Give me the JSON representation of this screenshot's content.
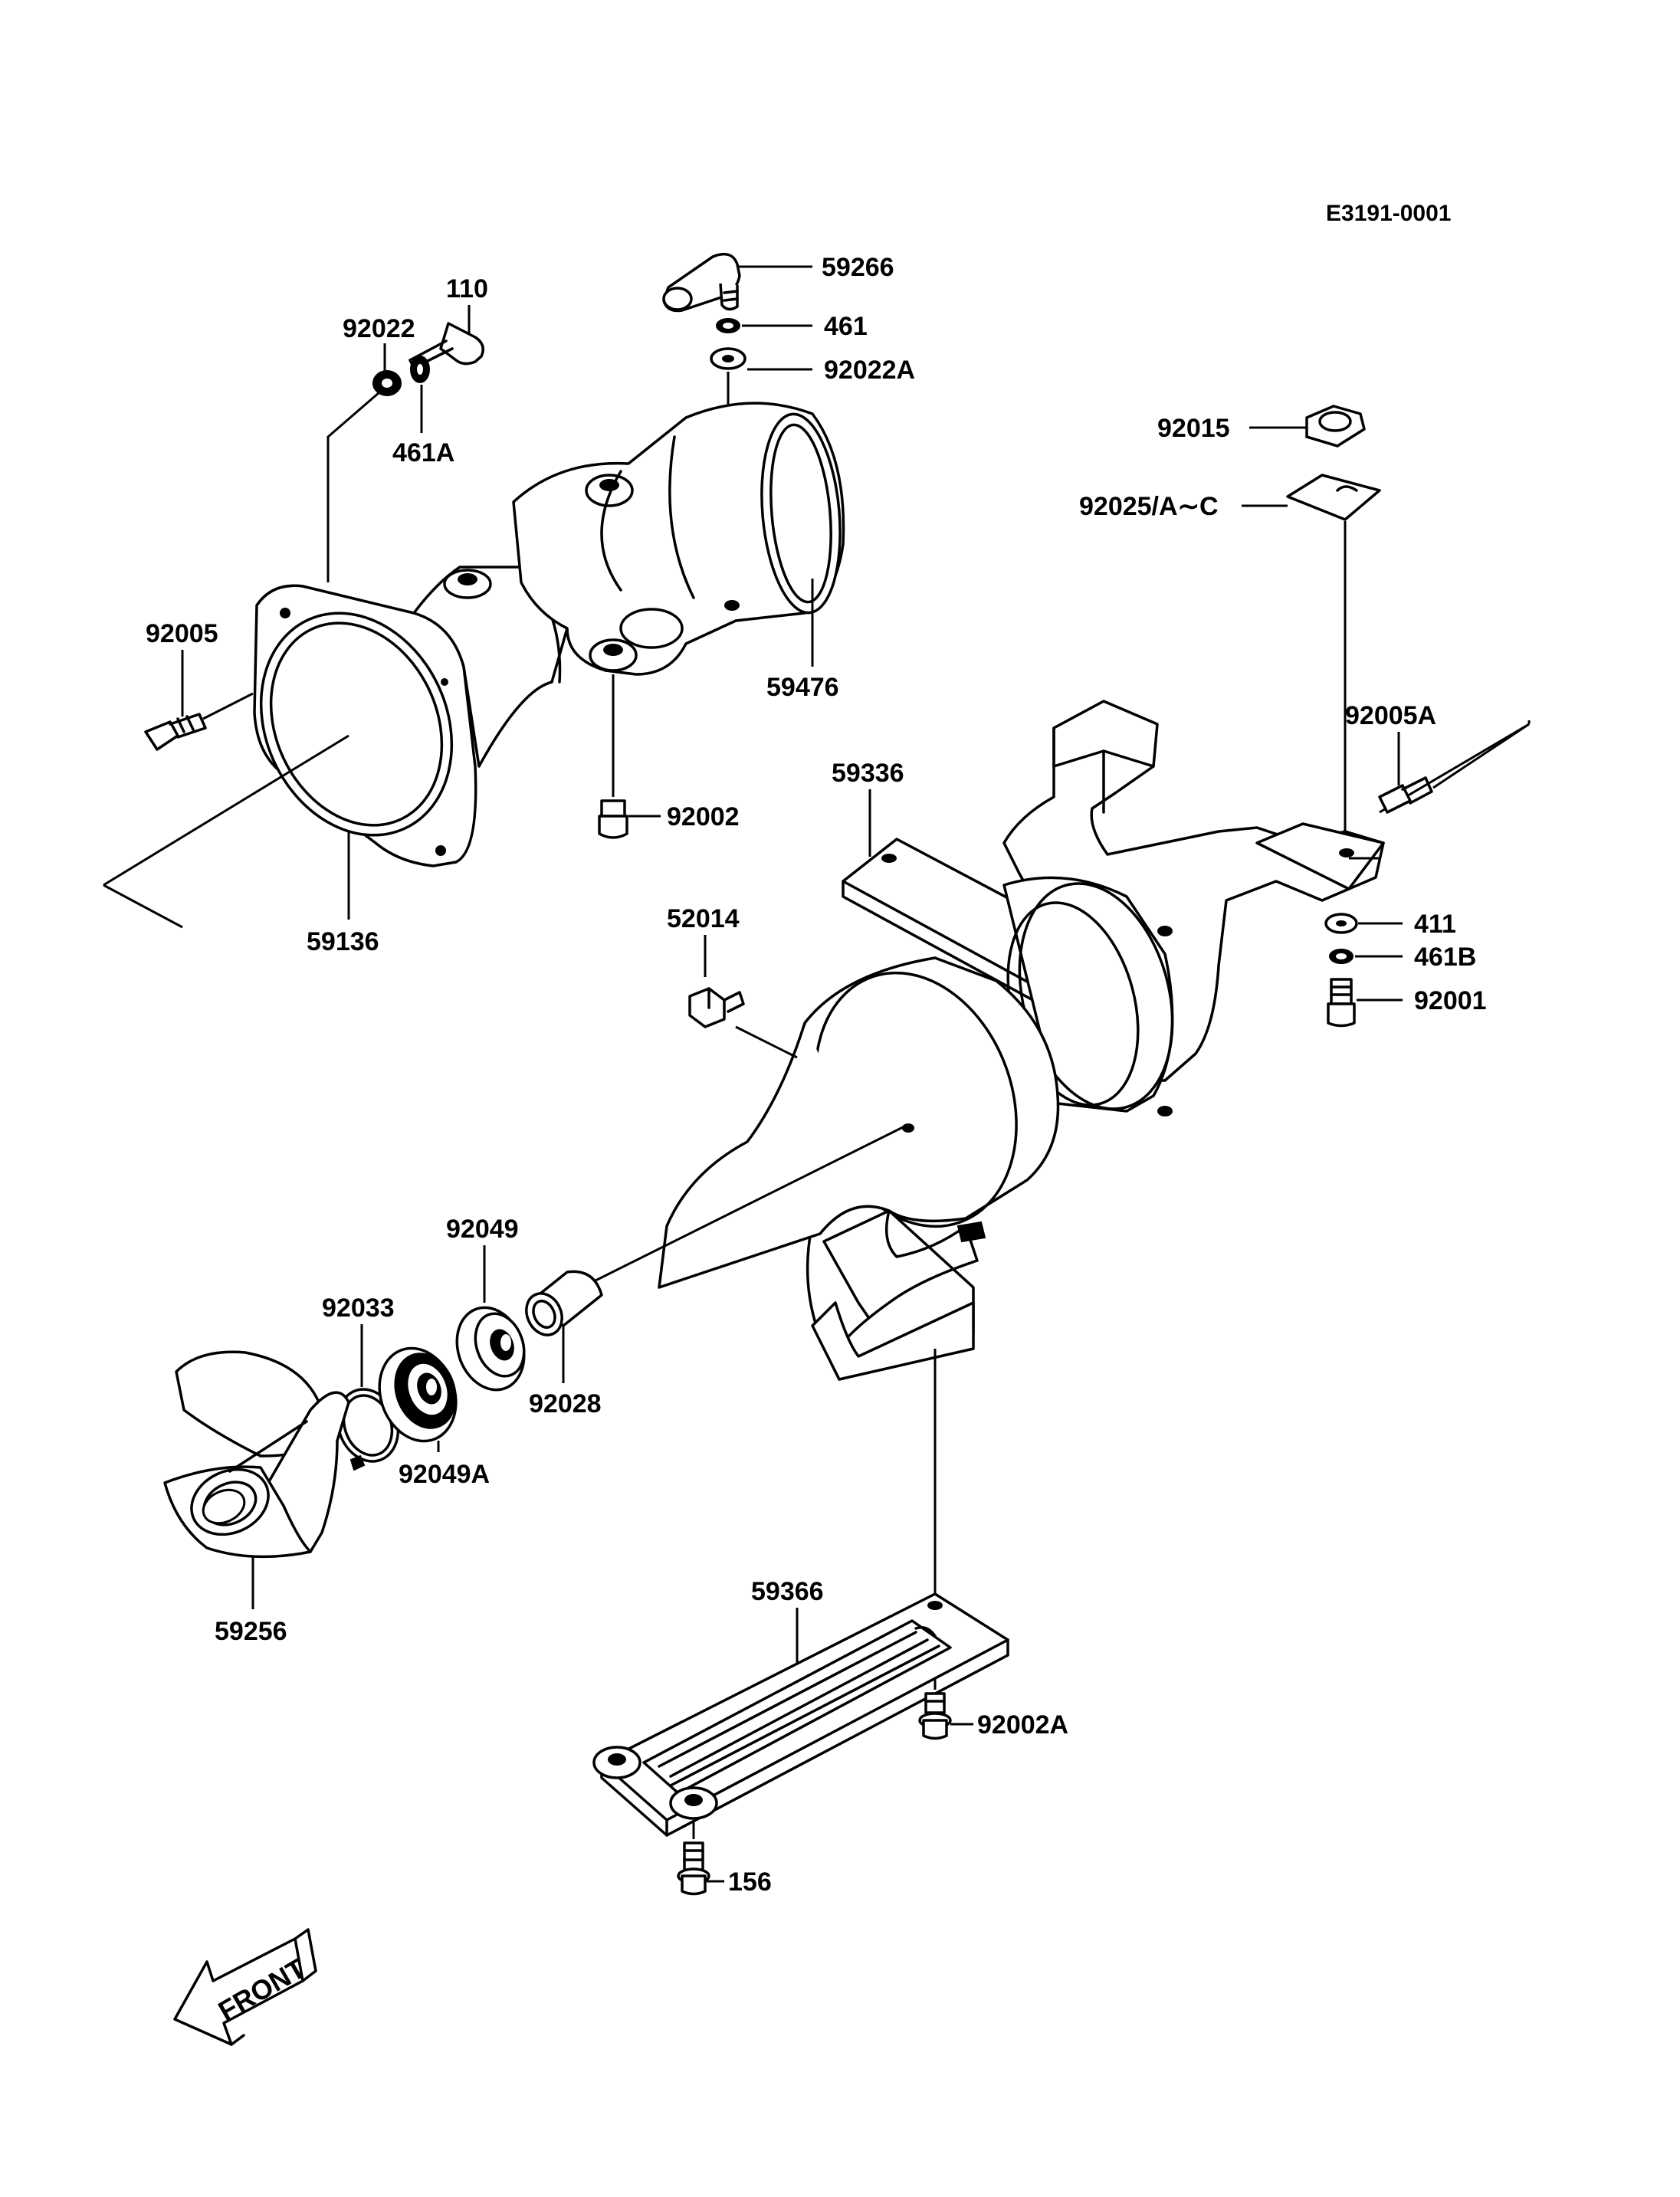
{
  "drawing_code": "E3191-0001",
  "front_label": "FRONT",
  "labels": {
    "p59266": "59266",
    "p461": "461",
    "p92022A": "92022A",
    "p110": "110",
    "p92022": "92022",
    "p461A": "461A",
    "p92015": "92015",
    "p92025": "92025/A∼C",
    "p92005": "92005",
    "p59476": "59476",
    "p92005A": "92005A",
    "p59336": "59336",
    "p92002": "92002",
    "p59136": "59136",
    "p411": "411",
    "p52014": "52014",
    "p461B": "461B",
    "p92001": "92001",
    "p92049": "92049",
    "p92033": "92033",
    "p92028": "92028",
    "p92049A": "92049A",
    "p59256": "59256",
    "p59366": "59366",
    "p92002A": "92002A",
    "p156": "156"
  }
}
